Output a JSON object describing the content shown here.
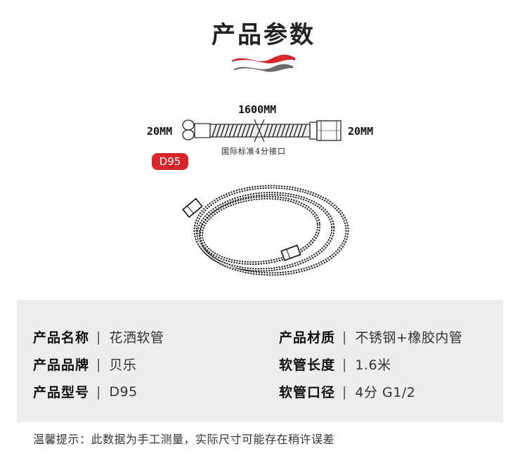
{
  "heading": "产品参数",
  "colors": {
    "accent_red": "#d6262d",
    "wave_gray": "#6b6b6b",
    "panel_bg": "#ededed"
  },
  "diagram": {
    "length_label": "1600MM",
    "left_end_label": "20MM",
    "right_end_label": "20MM",
    "interface_note": "国际标准4分接口",
    "model_badge": "D95"
  },
  "specs": {
    "left": [
      {
        "key": "产品名称",
        "value": "花洒软管"
      },
      {
        "key": "产品品牌",
        "value": "贝乐"
      },
      {
        "key": "产品型号",
        "value": "D95"
      }
    ],
    "right": [
      {
        "key": "产品材质",
        "value": "不锈钢+橡胶内管"
      },
      {
        "key": "软管长度",
        "value": "1.6米"
      },
      {
        "key": "软管口径",
        "value": "4分 G1/2"
      }
    ],
    "separator": "|"
  },
  "footer_note": "温馨提示：此数据为手工测量，实际尺寸可能存在稍许误差"
}
